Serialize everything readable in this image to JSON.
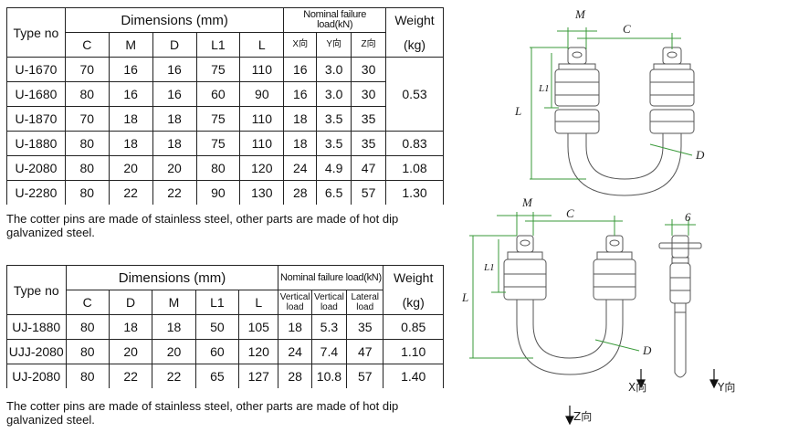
{
  "table1": {
    "type_header": "Type no",
    "dimensions_header": "Dimensions (mm)",
    "failure_header": "Nominal failure load(kN)",
    "weight_header": "Weight",
    "weight_unit": "(kg)",
    "dim_cols": [
      "C",
      "M",
      "D",
      "L1",
      "L"
    ],
    "failure_cols": [
      "X向",
      "Y向",
      "Z向"
    ],
    "rows": [
      {
        "type": "U-1670",
        "vals": [
          "70",
          "16",
          "16",
          "75",
          "110",
          "16",
          "3.0",
          "30"
        ]
      },
      {
        "type": "U-1680",
        "vals": [
          "80",
          "16",
          "16",
          "60",
          "90",
          "16",
          "3.0",
          "30"
        ]
      },
      {
        "type": "U-1870",
        "vals": [
          "70",
          "18",
          "18",
          "75",
          "110",
          "18",
          "3.5",
          "35"
        ]
      },
      {
        "type": "U-1880",
        "vals": [
          "80",
          "18",
          "18",
          "75",
          "110",
          "18",
          "3.5",
          "35"
        ]
      },
      {
        "type": "U-2080",
        "vals": [
          "80",
          "20",
          "20",
          "80",
          "120",
          "24",
          "4.9",
          "47"
        ]
      },
      {
        "type": "U-2280",
        "vals": [
          "80",
          "22",
          "22",
          "90",
          "130",
          "28",
          "6.5",
          "57"
        ]
      }
    ],
    "weights": [
      "0.53",
      "0.83",
      "1.08",
      "1.30"
    ]
  },
  "note1": "The cotter pins are made of stainless steel, other parts are made of hot dip galvanized steel.",
  "table2": {
    "type_header": "Type no",
    "dimensions_header": "Dimensions (mm)",
    "failure_header": "Nominal failure load(kN)",
    "weight_header": "Weight",
    "weight_unit": "(kg)",
    "dim_cols": [
      "C",
      "D",
      "M",
      "L1",
      "L"
    ],
    "failure_cols": [
      "Vertical load",
      "Vertical load",
      "Lateral load"
    ],
    "rows": [
      {
        "type": "UJ-1880",
        "vals": [
          "80",
          "18",
          "18",
          "50",
          "105",
          "18",
          "5.3",
          "35",
          "0.85"
        ]
      },
      {
        "type": "UJJ-2080",
        "vals": [
          "80",
          "20",
          "20",
          "60",
          "120",
          "24",
          "7.4",
          "47",
          "1.10"
        ]
      },
      {
        "type": "UJ-2080",
        "vals": [
          "80",
          "22",
          "22",
          "65",
          "127",
          "28",
          "10.8",
          "57",
          "1.40"
        ]
      }
    ]
  },
  "note2": "The cotter pins are made of stainless steel, other parts are made of hot dip galvanized steel.",
  "figure": {
    "top_labels": {
      "m": "M",
      "c": "C",
      "l": "L",
      "l1": "L1",
      "d": "D"
    },
    "bottom_labels": {
      "m": "M",
      "c": "C",
      "l": "L",
      "l1": "L1",
      "d": "D",
      "b": "6"
    },
    "axis_labels": {
      "x": "X向",
      "y": "Y向",
      "z": "Z向"
    }
  }
}
